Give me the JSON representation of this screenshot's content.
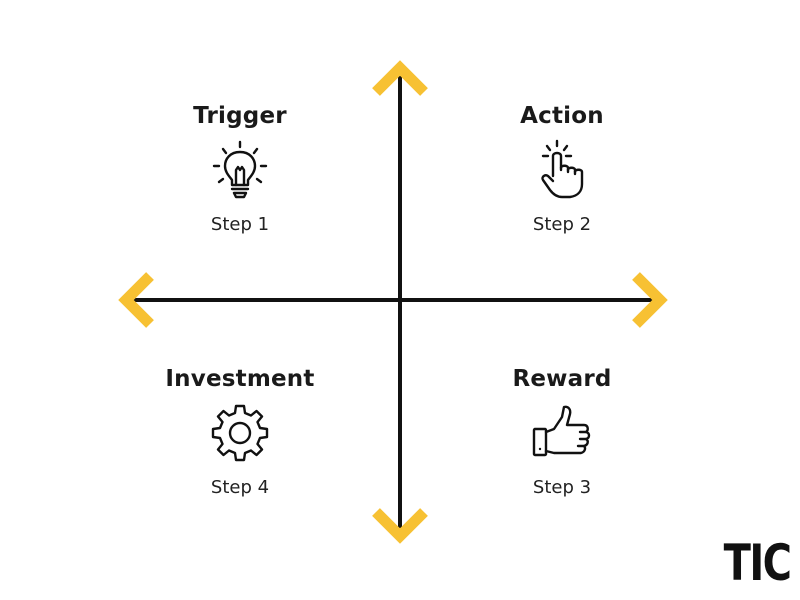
{
  "colors": {
    "accent": "#f7c133",
    "axis": "#111111",
    "text": "#1a1a1a"
  },
  "quadrants": [
    {
      "title": "Trigger",
      "step": "Step 1",
      "icon": "lightbulb-icon"
    },
    {
      "title": "Action",
      "step": "Step 2",
      "icon": "pointing-hand-icon"
    },
    {
      "title": "Reward",
      "step": "Step 3",
      "icon": "thumbs-up-icon"
    },
    {
      "title": "Investment",
      "step": "Step 4",
      "icon": "gear-icon"
    }
  ],
  "logo": {
    "text": "TIC"
  }
}
